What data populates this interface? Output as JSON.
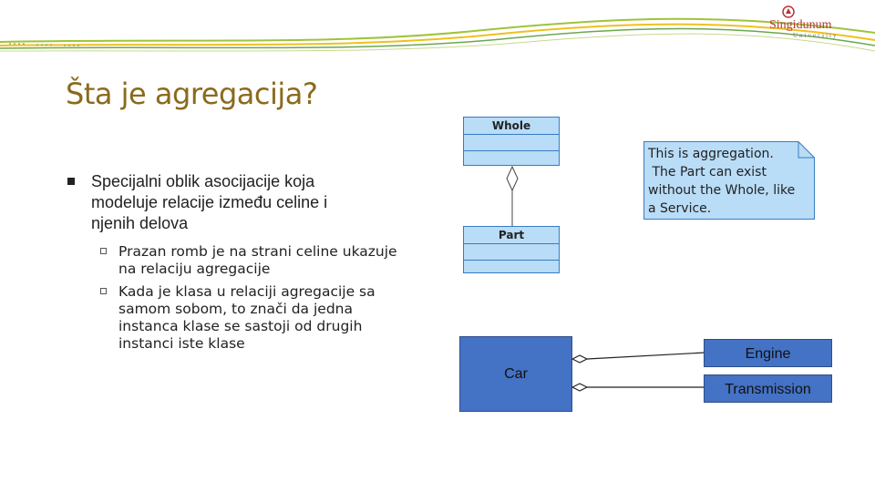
{
  "logo": {
    "name": "Singidunum",
    "subtitle": "University"
  },
  "slide": {
    "title": "Šta je agregacija?",
    "bullet_main_lines": [
      "Specijalni oblik asocijacije koja",
      "modeluje relacije između celine i",
      "njenih delova"
    ],
    "sub_bullets": [
      {
        "lines": [
          "Prazan romb je na strani celine ukazuje",
          "na relaciju agregacije"
        ]
      },
      {
        "lines": [
          "Kada je klasa u relaciji agregacije sa",
          "samom sobom, to znači da jedna",
          "instanca klase se sastoji od drugih",
          "instanci iste klase"
        ]
      }
    ]
  },
  "uml": {
    "whole_label": "Whole",
    "part_label": "Part",
    "note_lines": [
      "This is aggregation.",
      " The Part can exist",
      "without the Whole, like",
      "a Service."
    ]
  },
  "example": {
    "car_label": "Car",
    "engine_label": "Engine",
    "transmission_label": "Transmission"
  },
  "colors": {
    "title": "#8a6a1c",
    "uml_fill": "#b9dcf7",
    "uml_border": "#3a7bbf",
    "box_fill": "#4472c4",
    "logo_red": "#b5343a"
  }
}
